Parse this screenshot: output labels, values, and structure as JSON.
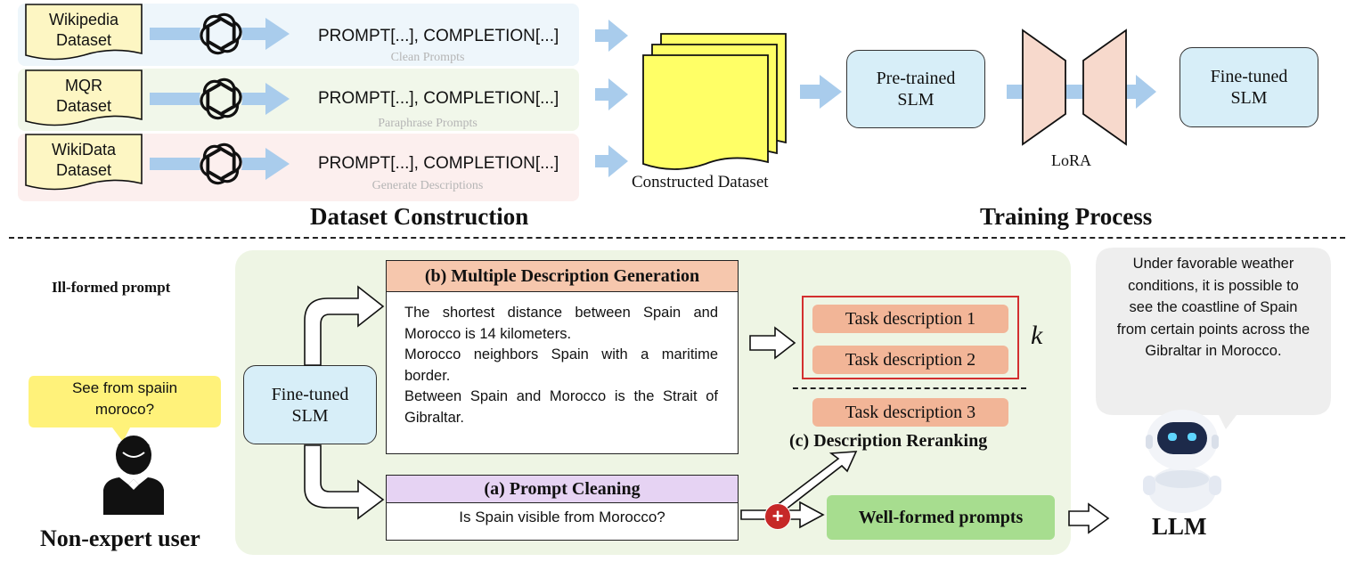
{
  "dataset_construction": {
    "heading": "Dataset Construction",
    "rows": [
      {
        "source_line1": "Wikipedia",
        "source_line2": "Dataset",
        "pc": "PROMPT[...],  COMPLETION[...]",
        "sub": "Clean Prompts"
      },
      {
        "source_line1": "MQR",
        "source_line2": "Dataset",
        "pc": "PROMPT[...],  COMPLETION[...]",
        "sub": "Paraphrase Prompts"
      },
      {
        "source_line1": "WikiData",
        "source_line2": "Dataset",
        "pc": "PROMPT[...],  COMPLETION[...]",
        "sub": "Generate Descriptions"
      }
    ],
    "constructed_label": "Constructed Dataset"
  },
  "training": {
    "heading": "Training Process",
    "pretrained_line1": "Pre-trained",
    "pretrained_line2": "SLM",
    "lora_label": "LoRA",
    "finetuned_line1": "Fine-tuned",
    "finetuned_line2": "SLM"
  },
  "inference": {
    "ill_formed_label": "Ill-formed prompt",
    "user_query_line1": "See from spaiin",
    "user_query_line2": "moroco?",
    "user_label": "Non-expert user",
    "slm_line1": "Fine-tuned",
    "slm_line2": "SLM",
    "generation_title": "(b) Multiple Description Generation",
    "generation_text": [
      "The shortest distance between Spain and Morocco is 14 kilometers.",
      "Morocco neighbors Spain with a maritime border.",
      "Between Spain and Morocco is the Strait of Gibraltar."
    ],
    "task_descriptions": [
      "Task description 1",
      "Task description 2",
      "Task description 3"
    ],
    "k_label": "k",
    "reranking_label": "(c) Description Reranking",
    "cleaning_title": "(a) Prompt Cleaning",
    "cleaning_text": "Is Spain visible from Morocco?",
    "plus_symbol": "+",
    "well_formed_label": "Well-formed prompts",
    "llm_label": "LLM",
    "llm_response": "Under favorable weather conditions, it is possible to see the coastline of Spain from certain points across the Gibraltar in Morocco."
  },
  "colors": {
    "doc_fill": "#fdf6c3",
    "band_blue": "#eef6fb",
    "band_green": "#f1f7ea",
    "band_red": "#fcefee",
    "slm_fill": "#d7eef8",
    "arrow_blue": "#a9ccec",
    "yellow": "#ffff66",
    "lora": "#f7d9cc",
    "task": "#f2b597",
    "panel_green": "#eef5e4",
    "generation_header": "#f6c7ad",
    "cleaning_header": "#e6d3f3",
    "well_formed": "#a7dd8f",
    "red": "#c62828"
  }
}
